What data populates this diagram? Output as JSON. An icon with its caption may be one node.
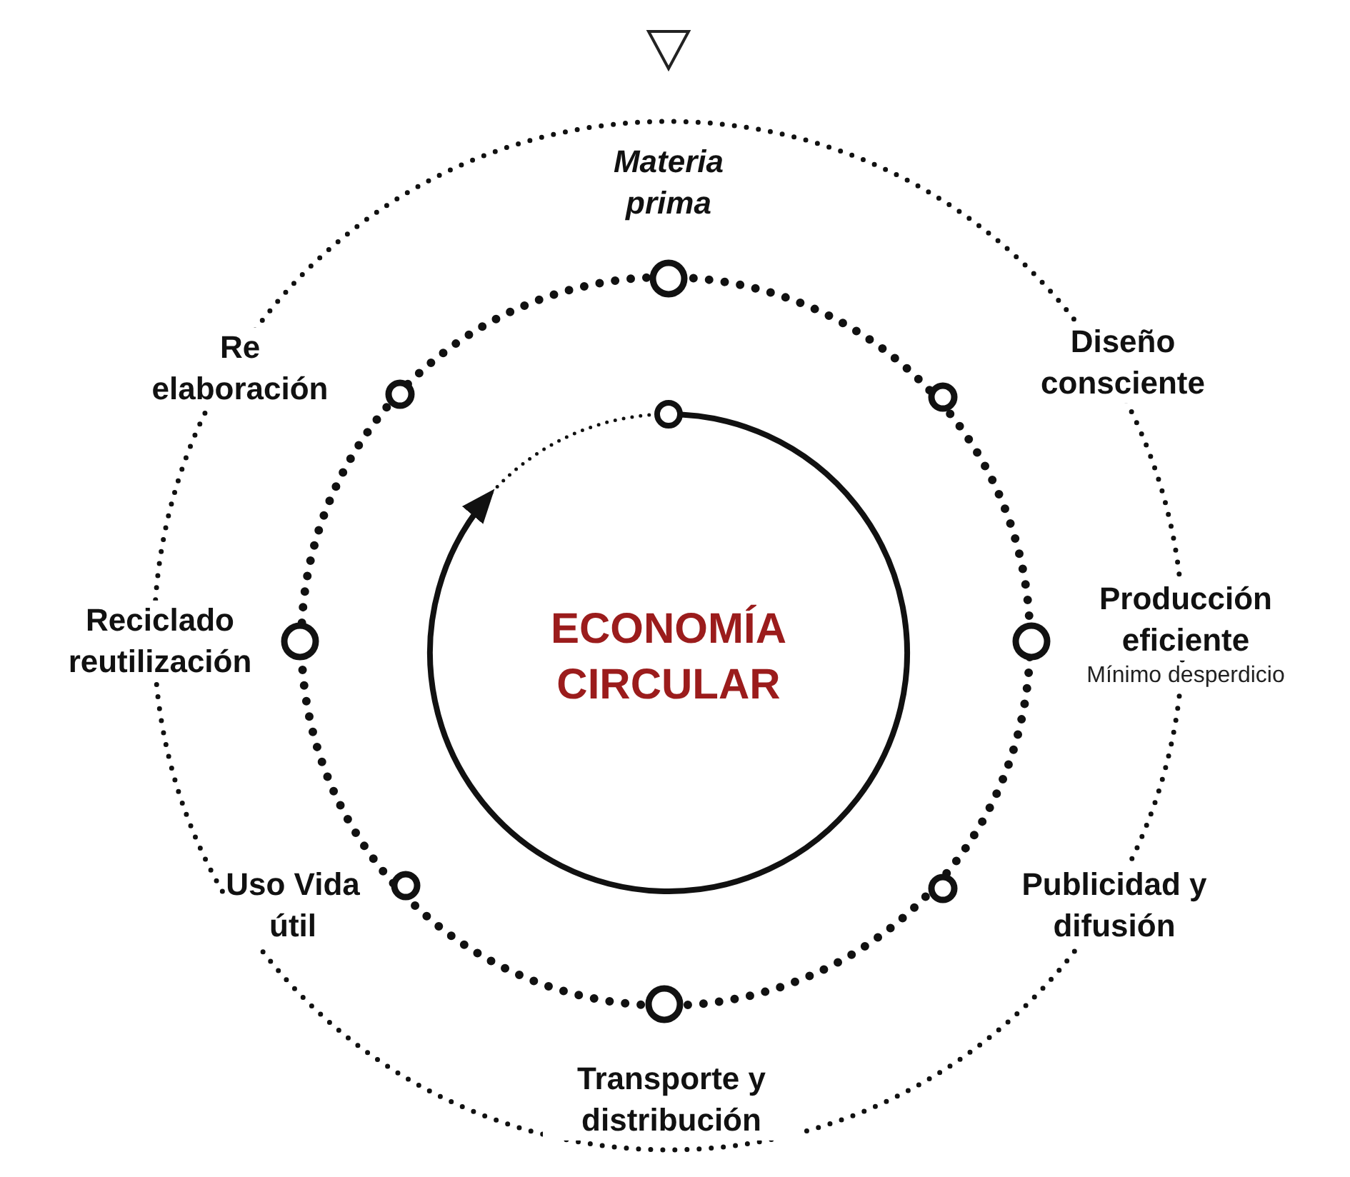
{
  "diagram": {
    "nodes": [
      {
        "text": [
          "Materia prima"
        ]
      },
      {
        "text": [
          "Diseño consciente"
        ]
      },
      {
        "text": [
          "Producción eficiente"
        ],
        "beside": [
          "Mínimo desperdicio"
        ]
      },
      {
        "text": [
          "Publicidad y difusión"
        ]
      },
      {
        "text": [
          "Transporte y distribución"
        ]
      },
      {
        "text": [
          "Uso Vida útil"
        ]
      },
      {
        "text": [
          "Reciclado reutilización"
        ]
      },
      {
        "text": [
          "Re elaboración"
        ]
      },
      {
        "text": [
          "ECONOMÍA CIRCULAR"
        ]
      }
    ]
  }
}
